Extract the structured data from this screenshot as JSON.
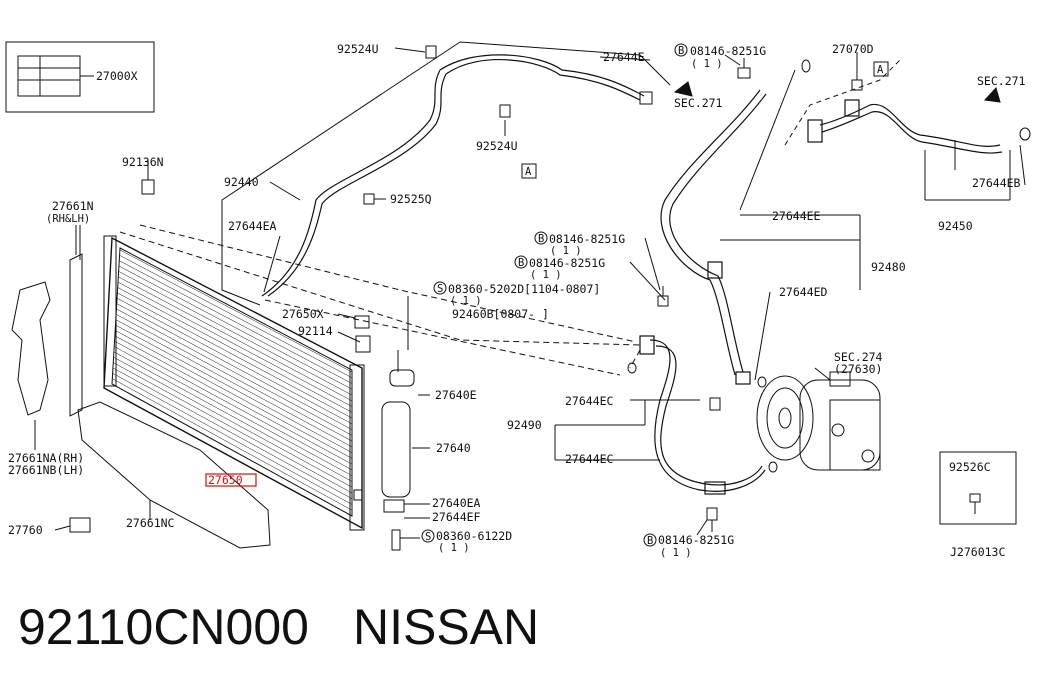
{
  "diagram": {
    "ref_code": "J276013C",
    "highlighted_part": "27650",
    "labels": {
      "kit": "27000X",
      "p92524U_top": "92524U",
      "p92524U_mid": "92524U",
      "p27644E": "27644E",
      "sec271_a": "SEC.271",
      "sec271_b": "SEC.271",
      "b08146_top": "08146-8251G",
      "qty1": "( 1 )",
      "p27070D": "27070D",
      "p92136N": "92136N",
      "p92440": "92440",
      "p92525Q": "92525Q",
      "p27661N": "27661N",
      "p27661N_sub": "(RH&LH)",
      "p27644EA": "27644EA",
      "b08146_g2": "08146-8251G",
      "b08146_g3": "08146-8251G",
      "p27644EE": "27644EE",
      "p92450": "92450",
      "p27644EB": "27644EB",
      "p92480": "92480",
      "s08360_5202D": "08360-5202D[1104-0807]",
      "p92460B": "92460B[0807-     ]",
      "p27644ED": "27644ED",
      "p27650X": "27650X",
      "p92114": "92114",
      "sec274": "SEC.274",
      "sec274_sub": "(27630)",
      "p27640E": "27640E",
      "p92490": "92490",
      "p27644EC_a": "27644EC",
      "p27644EC_b": "27644EC",
      "p27640": "27640",
      "p27661NA": "27661NA(RH)",
      "p27661NB": "27661NB(LH)",
      "p27650": "27650",
      "p27640EA": "27640EA",
      "p27644EF": "27644EF",
      "s08360_6122D": "08360-6122D",
      "p27760": "27760",
      "p27661NC": "27661NC",
      "b08146_bottom": "08146-8251G",
      "p92526C": "92526C",
      "marker_a": "A",
      "marker_b": "B",
      "marker_s": "S"
    }
  },
  "caption": {
    "part_number": "92110CN000",
    "brand": "NISSAN"
  }
}
